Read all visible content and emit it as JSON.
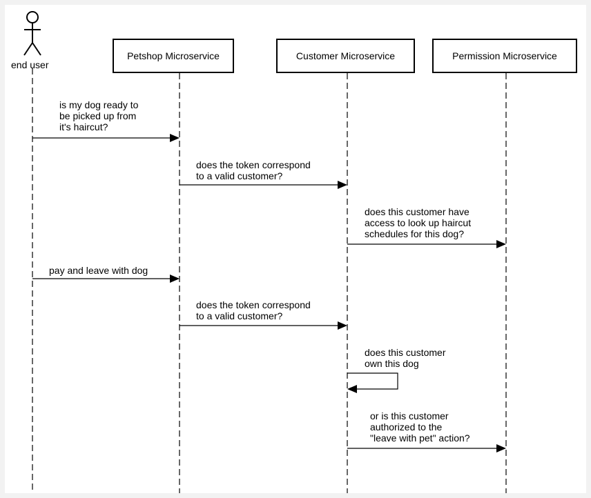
{
  "participants": {
    "end_user": "end user",
    "petshop": "Petshop Microservice",
    "customer": "Customer Microservice",
    "permission": "Permission Microservice"
  },
  "messages": {
    "m1": "is my dog ready to\nbe picked up from\nit's haircut?",
    "m2": "does the token correspond\nto a valid customer?",
    "m3": "does this customer have\naccess to look up haircut\nschedules for this dog?",
    "m4": "pay and leave with dog",
    "m5": "does the token correspond\nto a valid customer?",
    "m6": "does this customer\nown this dog",
    "m7": "or is this customer\nauthorized to the\n\"leave with pet\" action?"
  }
}
